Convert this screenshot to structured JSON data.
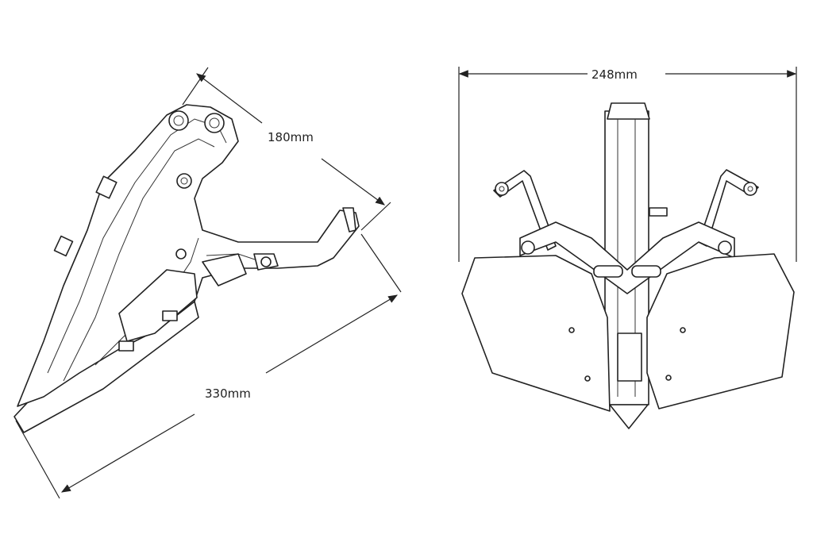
{
  "drawing": {
    "side_view": {
      "height_label": "180mm",
      "length_label": "330mm"
    },
    "rear_view": {
      "width_label": "248mm"
    }
  },
  "colors": {
    "line": "#222222",
    "background": "#ffffff"
  }
}
